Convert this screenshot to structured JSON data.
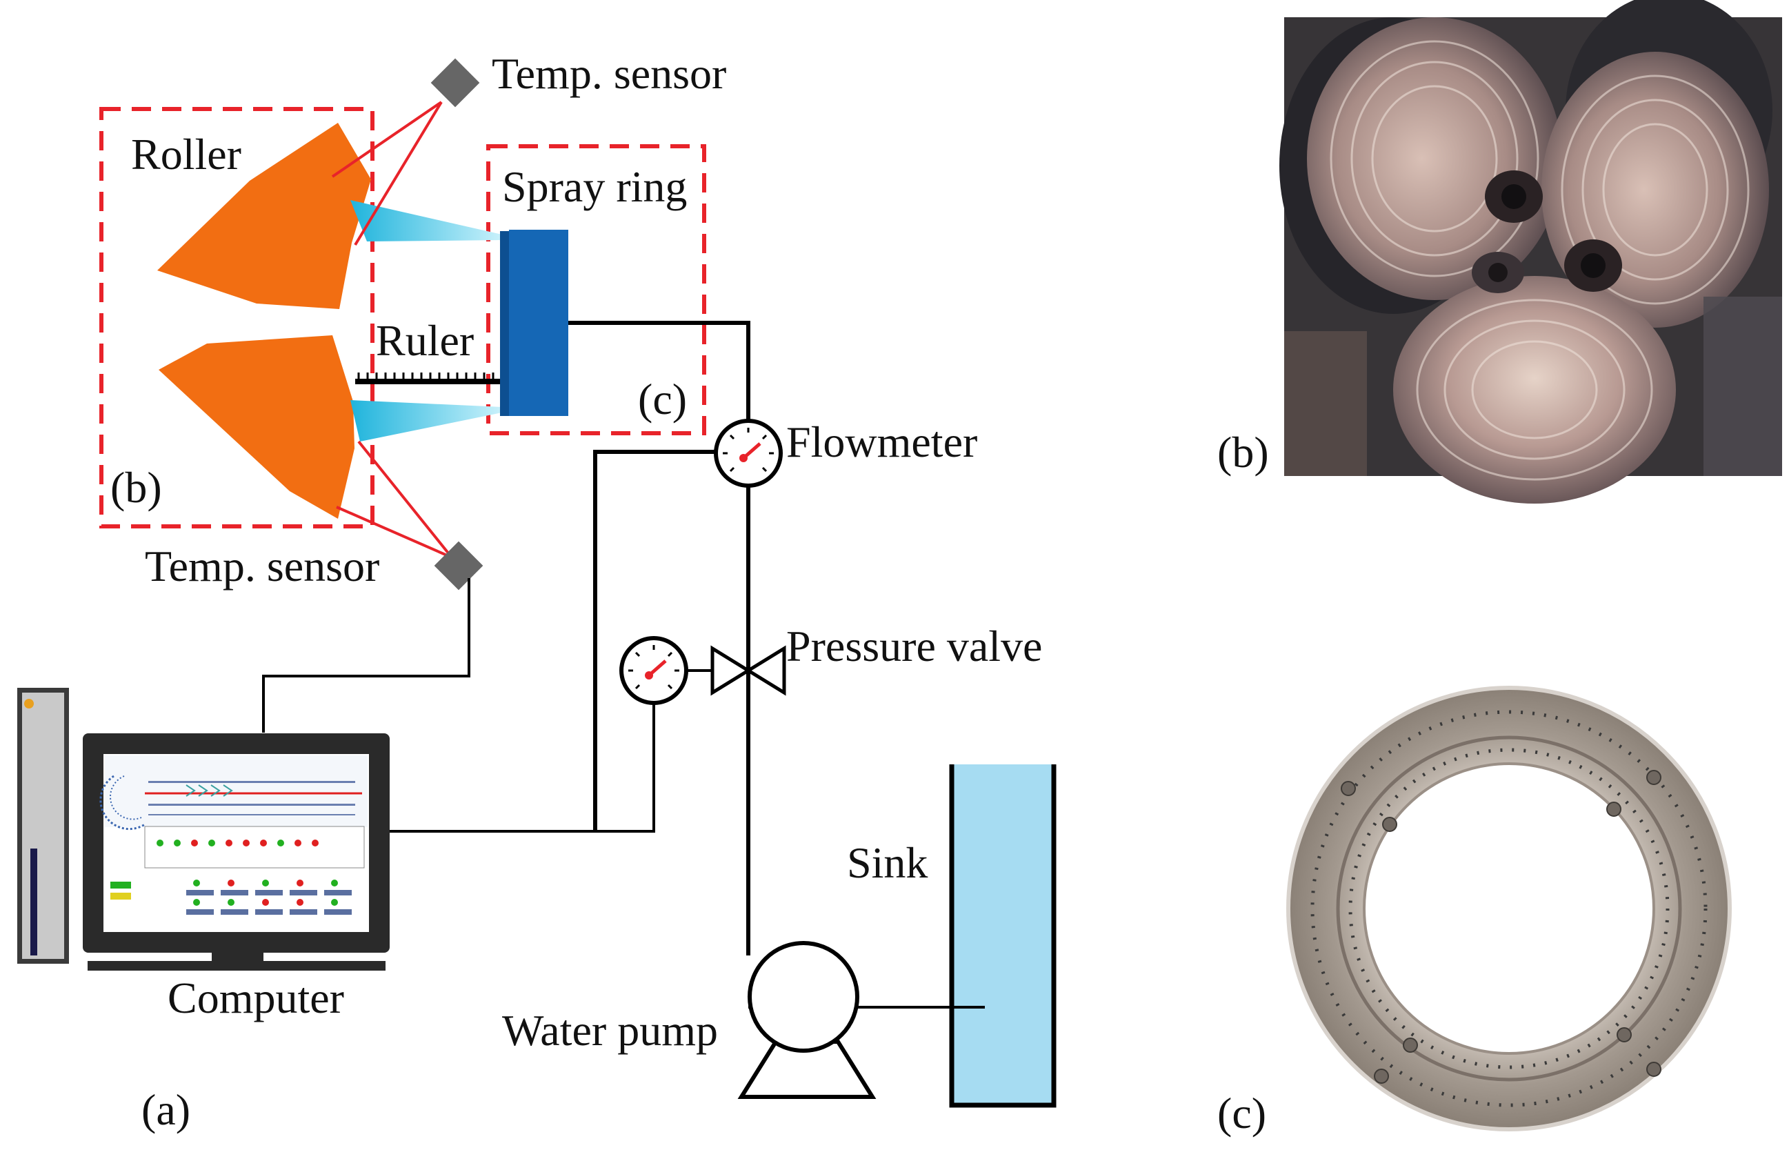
{
  "labels": {
    "temp_sensor_top": "Temp. sensor",
    "temp_sensor_bottom": "Temp. sensor",
    "roller": "Roller",
    "spray_ring": "Spray ring",
    "ruler": "Ruler",
    "flowmeter": "Flowmeter",
    "pressure_valve": "Pressure valve",
    "sink": "Sink",
    "computer": "Computer",
    "water_pump": "Water pump"
  },
  "panels": {
    "a": "(a)",
    "b_inset": "(b)",
    "c_inset": "(c)",
    "b_photo": "(b)",
    "c_photo": "(c)"
  },
  "colors": {
    "roller": "#f26e12",
    "spray_ring": "#1567b5",
    "spray_jet": "#39c6e3",
    "dashed_box": "#e8232a",
    "sensor_beam": "#e8232a",
    "sensor": "#666666",
    "sink_water": "#a6dcf2",
    "pipe": "#000000"
  },
  "icons": {
    "temp_sensor": "diamond-sensor-icon",
    "flowmeter": "gauge-icon",
    "pressure_gauge": "gauge-icon",
    "pressure_valve": "bowtie-valve-icon",
    "water_pump": "pump-icon",
    "computer": "desktop-computer-icon"
  }
}
